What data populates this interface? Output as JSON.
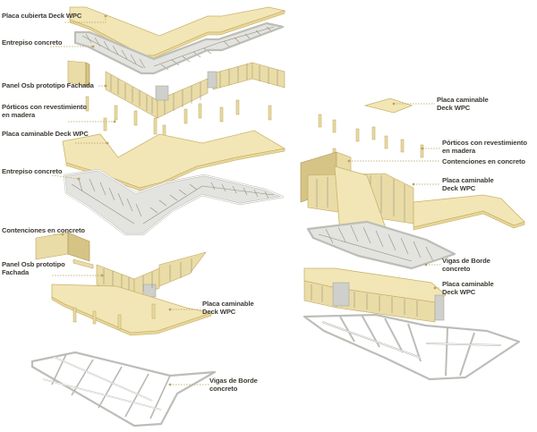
{
  "labels": {
    "l1": "Placa cubierta Deck WPC",
    "l2": "Entrepiso concreto",
    "l3": "Panel Osb prototipo Fachada",
    "l4a": "Pórticos con revestimiento",
    "l4b": "en madera",
    "l5": "Placa caminable Deck WPC",
    "l6": "Entrepiso concreto",
    "l7": "Contenciones en concreto",
    "l8a": "Panel Osb prototipo",
    "l8b": "Fachada",
    "l9a": "Placa caminable",
    "l9b": "Deck WPC",
    "l10a": "Vigas de Borde",
    "l10b": "concreto",
    "r1a": "Placa caminable",
    "r1b": "Deck WPC",
    "r2a": "Pórticos con revestimiento",
    "r2b": "en madera",
    "r3": "Contenciones en concreto",
    "r4a": "Placa caminable",
    "r4b": "Deck WPC",
    "r5a": "Vigas de Borde",
    "r5b": "concreto",
    "r6a": "Placa caminable",
    "r6b": "Deck WPC"
  },
  "colors": {
    "slab": "#f2e6b6",
    "wood": "#eadca7",
    "concrete_grid": "#e3e3df",
    "leader": "#b8a45e"
  }
}
